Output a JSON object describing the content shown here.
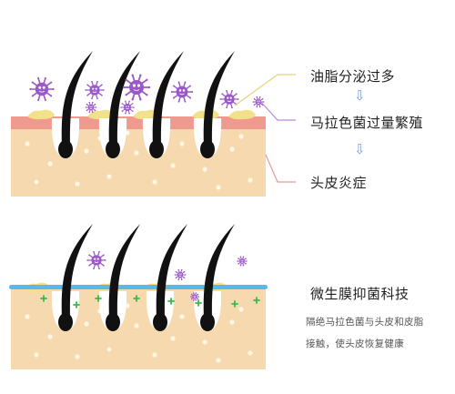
{
  "top_panel": {
    "labels": {
      "sebum": "油脂分泌过多",
      "malassezia": "马拉色菌过量繁殖",
      "inflammation": "头皮炎症"
    },
    "arrow_glyph": "⇩"
  },
  "bottom_panel": {
    "labels": {
      "technology": "微生膜抑菌科技",
      "description_line1": "隔绝马拉色菌与头皮和皮脂",
      "description_line2": "接触，使头皮恢复健康"
    }
  },
  "colors": {
    "skin": "#f6d9ae",
    "skin_dot": "#fff6e6",
    "surface_red": "#ef9a8e",
    "sebum": "#f3e08a",
    "hair": "#111111",
    "bacteria": "#9b59c8",
    "membrane": "#5cb8e8",
    "plus": "#3cb84a",
    "leader_yellow": "#e8d27a",
    "leader_purple": "#b08fd6",
    "leader_red": "#e79a9a",
    "arrow": "#7a9fd6"
  }
}
